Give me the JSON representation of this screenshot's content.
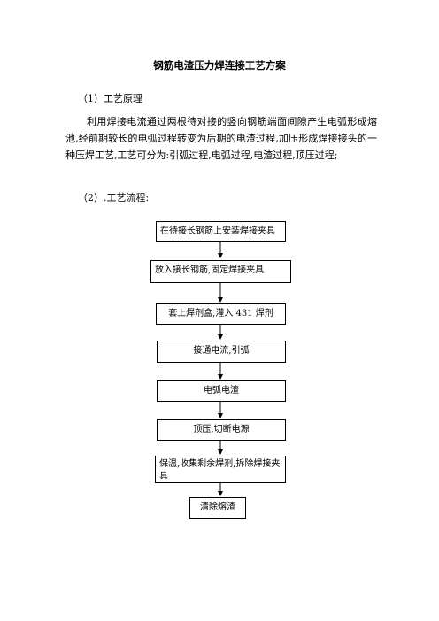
{
  "document": {
    "title": "钢筋电渣压力焊连接工艺方案",
    "section1_heading": "（1）工艺原理",
    "section1_text": "利用焊接电流通过两根待对接的竖向钢筋端面间隙产生电弧形成熔池,经前期较长的电弧过程转变为后期的电渣过程,加压形成焊接接头的一种压焊工艺,工艺可分为:引弧过程,电弧过程,电渣过程,顶压过程;",
    "section2_heading": "（2）.工艺流程:"
  },
  "flowchart": {
    "steps": [
      "在待接长钢筋上安装焊接夹具",
      "放入接长钢筋,固定焊接夹具",
      "套上焊剂盒,灌入 431 焊剂",
      "接通电流,引弧",
      "电弧电渣",
      "顶压,切断电源",
      "保温,收集剩余焊剂,拆除焊接夹具",
      "清除熔渣"
    ]
  }
}
